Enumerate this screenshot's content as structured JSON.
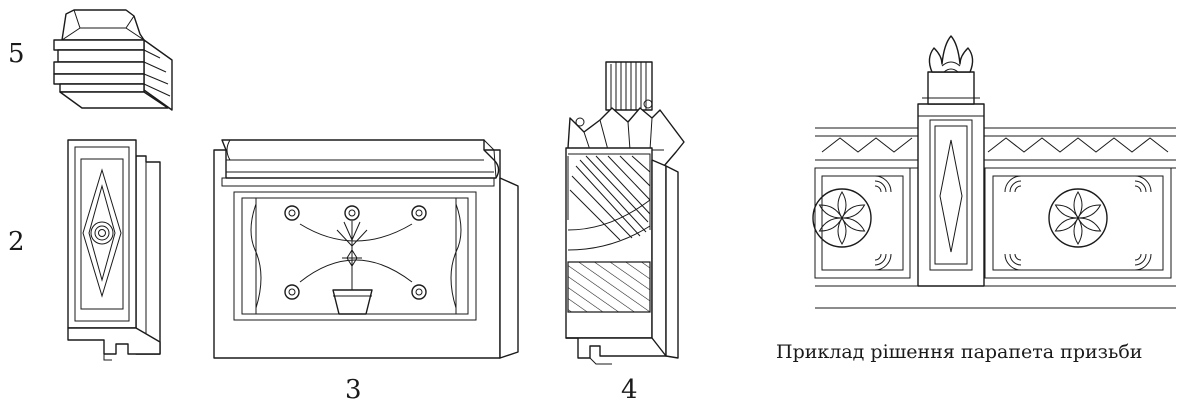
{
  "labels": {
    "part_5": "5",
    "part_2": "2",
    "part_3": "3",
    "part_4": "4"
  },
  "caption": "Приклад рішення парапета призьби"
}
